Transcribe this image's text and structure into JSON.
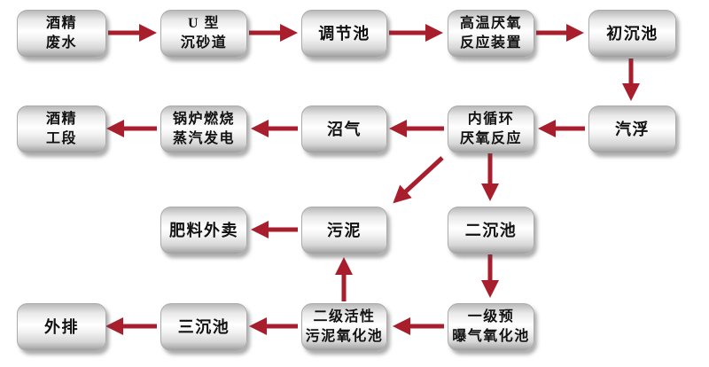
{
  "colors": {
    "arrow": "#a91e2c",
    "box_text": "#111111"
  },
  "nodes": [
    {
      "id": "alcohol-wastewater",
      "label": "酒精\n废水"
    },
    {
      "id": "u-shaped-grit-channel",
      "label": "U 型\n沉砂道"
    },
    {
      "id": "regulating-tank",
      "label": "调节池"
    },
    {
      "id": "high-temp-anaerobic-reactor",
      "label": "高温厌氧\n反应装置"
    },
    {
      "id": "primary-sedimentation-tank",
      "label": "初沉池"
    },
    {
      "id": "alcohol-section",
      "label": "酒精\n工段"
    },
    {
      "id": "boiler-combustion-steam-power",
      "label": "锅炉燃烧\n蒸汽发电"
    },
    {
      "id": "biogas",
      "label": "沼气"
    },
    {
      "id": "internal-circulation-anaerobic-reactor",
      "label": "内循环\n厌氧反应"
    },
    {
      "id": "air-flotation",
      "label": "汽浮"
    },
    {
      "id": "fertilizer-sale",
      "label": "肥料外卖"
    },
    {
      "id": "sludge",
      "label": "污泥"
    },
    {
      "id": "secondary-sedimentation-tank",
      "label": "二沉池"
    },
    {
      "id": "discharge",
      "label": "外排"
    },
    {
      "id": "tertiary-sedimentation-tank",
      "label": "三沉池"
    },
    {
      "id": "secondary-activated-sludge-oxidation-tank",
      "label": "二级活性\n污泥氧化池"
    },
    {
      "id": "primary-pre-aeration-oxidation-tank",
      "label": "一级预\n曝气氧化池"
    }
  ],
  "edges": [
    {
      "from": "alcohol-wastewater",
      "to": "u-shaped-grit-channel"
    },
    {
      "from": "u-shaped-grit-channel",
      "to": "regulating-tank"
    },
    {
      "from": "regulating-tank",
      "to": "high-temp-anaerobic-reactor"
    },
    {
      "from": "high-temp-anaerobic-reactor",
      "to": "primary-sedimentation-tank"
    },
    {
      "from": "primary-sedimentation-tank",
      "to": "air-flotation"
    },
    {
      "from": "air-flotation",
      "to": "internal-circulation-anaerobic-reactor"
    },
    {
      "from": "internal-circulation-anaerobic-reactor",
      "to": "biogas"
    },
    {
      "from": "biogas",
      "to": "boiler-combustion-steam-power"
    },
    {
      "from": "boiler-combustion-steam-power",
      "to": "alcohol-section"
    },
    {
      "from": "internal-circulation-anaerobic-reactor",
      "to": "sludge"
    },
    {
      "from": "internal-circulation-anaerobic-reactor",
      "to": "secondary-sedimentation-tank"
    },
    {
      "from": "sludge",
      "to": "fertilizer-sale"
    },
    {
      "from": "secondary-activated-sludge-oxidation-tank",
      "to": "sludge"
    },
    {
      "from": "secondary-sedimentation-tank",
      "to": "primary-pre-aeration-oxidation-tank"
    },
    {
      "from": "primary-pre-aeration-oxidation-tank",
      "to": "secondary-activated-sludge-oxidation-tank"
    },
    {
      "from": "secondary-activated-sludge-oxidation-tank",
      "to": "tertiary-sedimentation-tank"
    },
    {
      "from": "tertiary-sedimentation-tank",
      "to": "discharge"
    }
  ]
}
